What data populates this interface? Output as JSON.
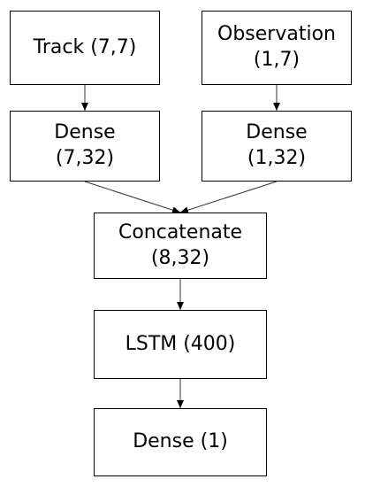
{
  "colors": {
    "border": "#000000",
    "background": "#ffffff",
    "text": "#000000",
    "edge": "#333333"
  },
  "diagram": {
    "nodes": {
      "track": {
        "lines": [
          "Track (7,7)"
        ]
      },
      "observation": {
        "lines": [
          "Observation",
          "(1,7)"
        ]
      },
      "dense_track": {
        "lines": [
          "Dense",
          "(7,32)"
        ]
      },
      "dense_obs": {
        "lines": [
          "Dense",
          "(1,32)"
        ]
      },
      "concatenate": {
        "lines": [
          "Concatenate",
          "(8,32)"
        ]
      },
      "lstm": {
        "lines": [
          "LSTM (400)"
        ]
      },
      "dense_out": {
        "lines": [
          "Dense (1)"
        ]
      }
    },
    "edges": [
      {
        "from": "track",
        "to": "dense_track"
      },
      {
        "from": "observation",
        "to": "dense_obs"
      },
      {
        "from": "dense_track",
        "to": "concatenate"
      },
      {
        "from": "dense_obs",
        "to": "concatenate"
      },
      {
        "from": "concatenate",
        "to": "lstm"
      },
      {
        "from": "lstm",
        "to": "dense_out"
      }
    ]
  }
}
